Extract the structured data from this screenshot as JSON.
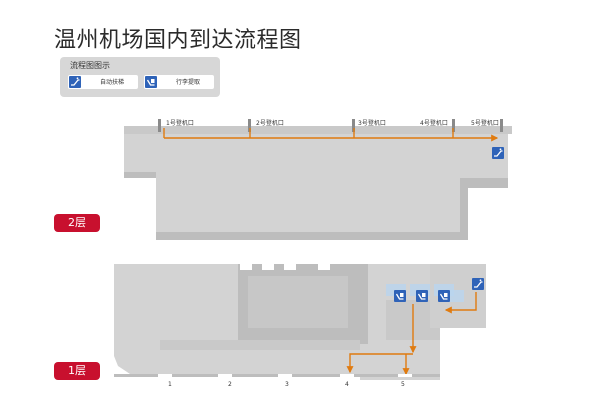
{
  "title": "温州机场国内到达流程图",
  "legend": {
    "title": "流程图图示",
    "items": [
      {
        "label": "自动扶梯",
        "icon": "escalator-icon"
      },
      {
        "label": "行李提取",
        "icon": "baggage-claim-icon"
      }
    ]
  },
  "floors": {
    "upper": {
      "badge": "2层",
      "gates": [
        "1号登机口",
        "2号登机口",
        "3号登机口",
        "4号登机口",
        "5号登机口"
      ]
    },
    "lower": {
      "badge": "1层",
      "exits": [
        "1",
        "2",
        "3",
        "4",
        "5"
      ]
    }
  },
  "colors": {
    "building": "#d3d3d3",
    "building_shadow": "#bdbdbd",
    "route": "#e07b10",
    "badge": "#c8102e",
    "icon": "#2f63b8",
    "highlight": "#b9d4ef"
  }
}
